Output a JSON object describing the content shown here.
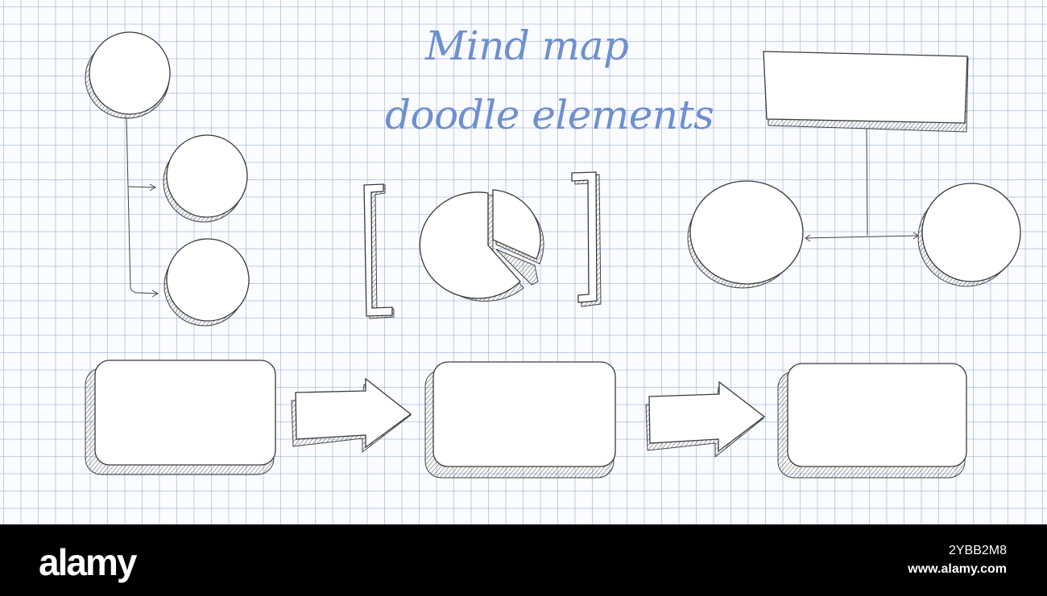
{
  "title": {
    "line1": "Mind map",
    "line2": "doodle elements",
    "color": "#6f8fd0"
  },
  "colors": {
    "ink": "#3a3a3a",
    "hatch": "#555555",
    "grid": "#8ca5d7",
    "paper": "#fbfcff"
  },
  "footer": {
    "brand": "alamy",
    "image_id": "2YBB2M8",
    "site": "www.alamy.com"
  }
}
